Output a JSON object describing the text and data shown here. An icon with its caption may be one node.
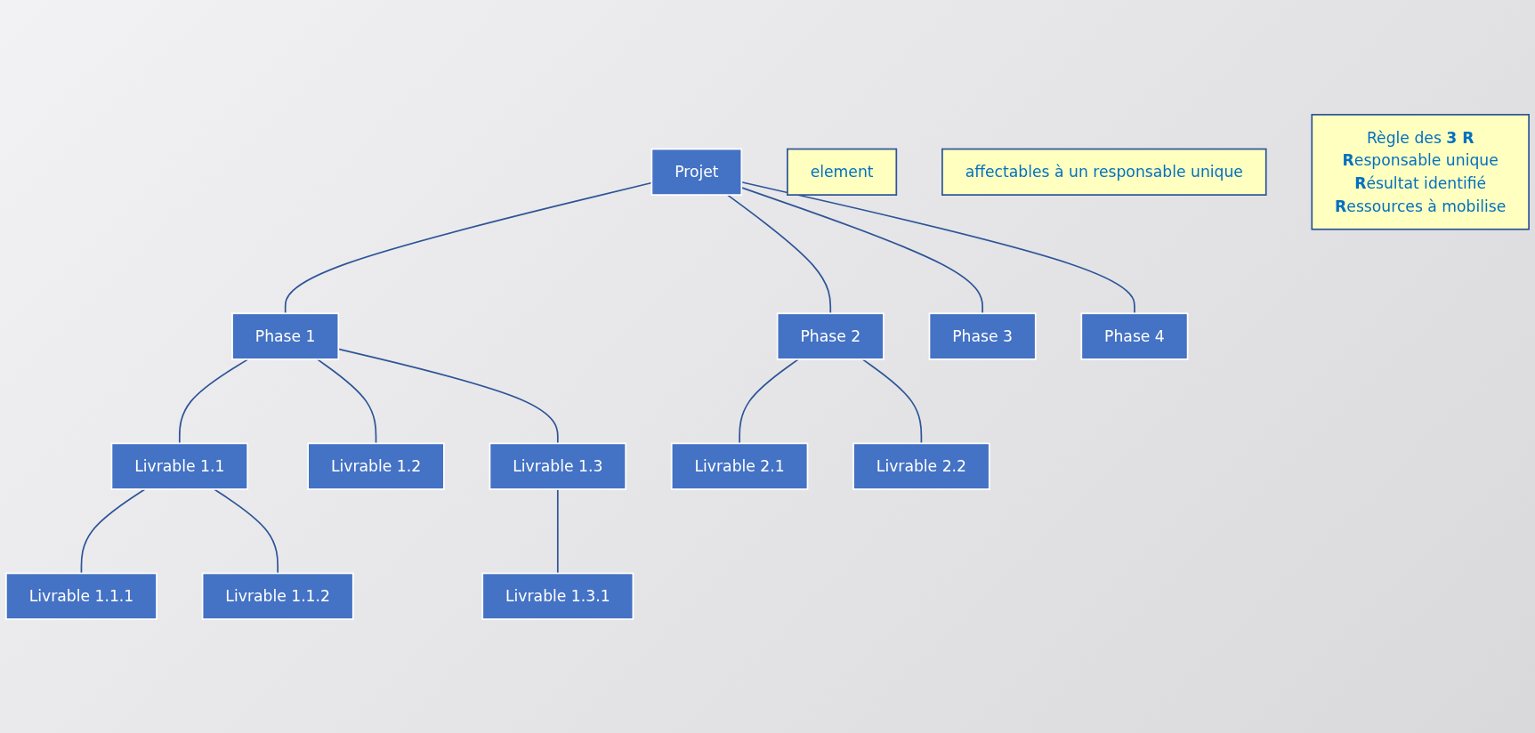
{
  "diagram": {
    "nodes": [
      {
        "text": [
          "element"
        ]
      },
      {
        "text": [
          "Projet"
        ]
      },
      {
        "text": [
          "affectables à un responsable unique"
        ]
      },
      {
        "text": [
          "Phase 1"
        ]
      },
      {
        "text": [
          "Phase 2"
        ]
      },
      {
        "text": [
          "Phase 3"
        ]
      },
      {
        "text": [
          "Phase 4"
        ]
      },
      {
        "text": [
          "Livrable 1.1"
        ]
      },
      {
        "text": [
          "Livrable 1.2"
        ]
      },
      {
        "text": [
          "Livrable 1.3"
        ]
      },
      {
        "text": [
          "Livrable 2.1"
        ]
      },
      {
        "text": [
          "Livrable 1.1.1"
        ]
      },
      {
        "text": [
          "Livrable 1.3.1"
        ]
      },
      {
        "text": [
          "Livrable 2.2"
        ]
      },
      {
        "text": [
          "Règle des **3 R**",
          "**R**esponsable unique",
          "**R**ésultat identifié",
          "**R**essources à mobilise"
        ]
      },
      {
        "text": [
          "Livrable 1.1.2"
        ]
      }
    ],
    "edges": [
      {
        "from": 1,
        "to": 3,
        "arrow": "none"
      },
      {
        "from": 1,
        "to": 4,
        "arrow": "none"
      },
      {
        "from": 1,
        "to": 5,
        "arrow": "none"
      },
      {
        "from": 1,
        "to": 6,
        "arrow": "none"
      },
      {
        "from": 3,
        "to": 7,
        "arrow": "none"
      },
      {
        "from": 3,
        "to": 8,
        "arrow": "none"
      },
      {
        "from": 3,
        "to": 9,
        "arrow": "none"
      },
      {
        "from": 4,
        "to": 10,
        "arrow": "none"
      },
      {
        "from": 4,
        "to": 13,
        "arrow": "none"
      },
      {
        "from": 7,
        "to": 11,
        "arrow": "none"
      },
      {
        "from": 7,
        "to": 15,
        "arrow": "none"
      },
      {
        "from": 9,
        "to": 12,
        "arrow": "none"
      }
    ]
  }
}
